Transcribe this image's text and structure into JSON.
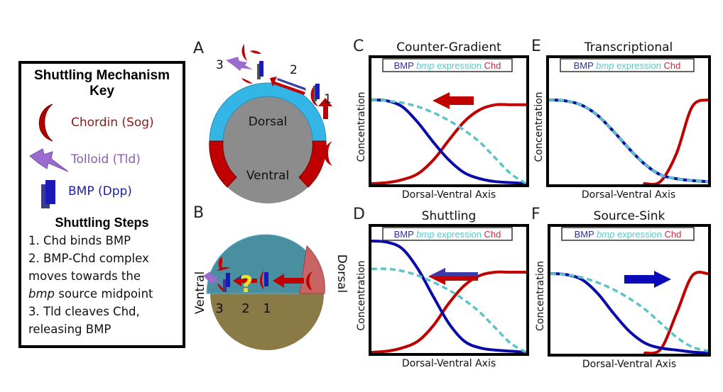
{
  "key": {
    "title_line1": "Shuttling Mechanism",
    "title_line2": "Key",
    "items": [
      {
        "icon": "chordin-crescent-icon",
        "label": "Chordin (Sog)",
        "color": "#8b1a1a"
      },
      {
        "icon": "tolloid-bolt-icon",
        "label": "Tolloid (Tld)",
        "color": "#8a5cb8"
      },
      {
        "icon": "bmp-block-icon",
        "label": "BMP (Dpp)",
        "color": "#1e1e9e"
      }
    ],
    "steps_title": "Shuttling Steps",
    "steps": [
      "1. Chd binds BMP",
      "2. BMP-Chd complex",
      "moves towards the",
      "source midpoint",
      "3. Tld cleaves Chd,",
      "releasing BMP"
    ],
    "steps_italic_prefix": "bmp"
  },
  "panelA": {
    "letter": "A",
    "dorsal_label": "Dorsal",
    "ventral_label": "Ventral",
    "step_numbers": [
      "1",
      "2",
      "3"
    ]
  },
  "panelB": {
    "letter": "B",
    "ventral_label": "Ventral",
    "dorsal_label": "Dorsal",
    "question_mark": "?",
    "step_numbers": [
      "3",
      "2",
      "1"
    ]
  },
  "colors": {
    "bmp": "#0a0aa8",
    "bmp_expression": "#5cc4c8",
    "chd": "#c00000",
    "dorsal_cyan": "#33b5e5",
    "embryo_gray": "#8c8c8c",
    "b_top": "#4a8fa0",
    "b_bottom": "#8a7a45",
    "tolloid": "#9a6cd0"
  },
  "chart_data": [
    {
      "panel": "C",
      "type": "line",
      "title": "Counter-Gradient",
      "xlabel": "Dorsal-Ventral Axis",
      "ylabel": "Concentration",
      "legend": [
        "BMP",
        "bmp expression",
        "Chd"
      ],
      "legend_placement": "top",
      "arrow": {
        "direction": "left",
        "color": "chd"
      },
      "x": [
        0,
        0.1,
        0.2,
        0.3,
        0.4,
        0.5,
        0.6,
        0.7,
        0.8,
        0.9,
        1.0
      ],
      "series": [
        {
          "name": "BMP",
          "values": [
            0.85,
            0.84,
            0.78,
            0.62,
            0.42,
            0.24,
            0.11,
            0.05,
            0.02,
            0.01,
            0.0
          ]
        },
        {
          "name": "bmp expression",
          "style": "dashed",
          "values": [
            0.85,
            0.84,
            0.82,
            0.78,
            0.72,
            0.64,
            0.54,
            0.42,
            0.26,
            0.1,
            0.0
          ]
        },
        {
          "name": "Chd",
          "values": [
            0.0,
            0.01,
            0.04,
            0.1,
            0.24,
            0.44,
            0.63,
            0.75,
            0.8,
            0.8,
            0.8
          ]
        }
      ]
    },
    {
      "panel": "E",
      "type": "line",
      "title": "Transcriptional",
      "xlabel": "Dorsal-Ventral Axis",
      "ylabel": "Concentration",
      "legend": [
        "BMP",
        "bmp expression",
        "Chd"
      ],
      "legend_placement": "top",
      "x": [
        0,
        0.1,
        0.2,
        0.3,
        0.4,
        0.5,
        0.6,
        0.7,
        0.8,
        0.9,
        1.0
      ],
      "series": [
        {
          "name": "BMP",
          "values": [
            0.85,
            0.84,
            0.8,
            0.7,
            0.54,
            0.36,
            0.2,
            0.09,
            0.05,
            0.03,
            0.02
          ]
        },
        {
          "name": "bmp expression",
          "style": "dashed",
          "values": [
            0.85,
            0.84,
            0.8,
            0.7,
            0.54,
            0.36,
            0.2,
            0.09,
            0.05,
            0.03,
            0.02
          ]
        },
        {
          "name": "Chd",
          "values": [
            null,
            null,
            null,
            null,
            null,
            null,
            0.0,
            0.02,
            0.3,
            0.78,
            0.85
          ]
        }
      ]
    },
    {
      "panel": "D",
      "type": "line",
      "title": "Shuttling",
      "xlabel": "Dorsal-Ventral Axis",
      "ylabel": "Concentration",
      "legend": [
        "BMP",
        "bmp expression",
        "Chd"
      ],
      "legend_placement": "top",
      "arrow": {
        "direction": "left",
        "color": "bmp-chd"
      },
      "x": [
        0,
        0.1,
        0.2,
        0.3,
        0.4,
        0.5,
        0.6,
        0.7,
        0.8,
        0.9,
        1.0
      ],
      "series": [
        {
          "name": "BMP",
          "values": [
            1.0,
            0.99,
            0.93,
            0.75,
            0.5,
            0.26,
            0.1,
            0.04,
            0.02,
            0.01,
            0.0
          ]
        },
        {
          "name": "bmp expression",
          "style": "dashed",
          "values": [
            0.75,
            0.75,
            0.73,
            0.69,
            0.63,
            0.56,
            0.47,
            0.36,
            0.22,
            0.08,
            0.0
          ]
        },
        {
          "name": "Chd",
          "values": [
            0.0,
            0.01,
            0.04,
            0.1,
            0.24,
            0.44,
            0.6,
            0.69,
            0.72,
            0.72,
            0.72
          ]
        }
      ]
    },
    {
      "panel": "F",
      "type": "line",
      "title": "Source-Sink",
      "xlabel": "Dorsal-Ventral Axis",
      "ylabel": "Concentration",
      "legend": [
        "BMP",
        "bmp expression",
        "Chd"
      ],
      "legend_placement": "top",
      "arrow": {
        "direction": "right",
        "color": "bmp"
      },
      "x": [
        0,
        0.1,
        0.2,
        0.3,
        0.4,
        0.5,
        0.6,
        0.7,
        0.8,
        0.9,
        1.0
      ],
      "series": [
        {
          "name": "BMP",
          "values": [
            0.8,
            0.79,
            0.74,
            0.6,
            0.4,
            0.22,
            0.1,
            0.05,
            0.03,
            0.01,
            0.0
          ]
        },
        {
          "name": "bmp expression",
          "style": "dashed",
          "values": [
            0.8,
            0.79,
            0.76,
            0.71,
            0.64,
            0.55,
            0.44,
            0.3,
            0.16,
            0.06,
            0.02
          ]
        },
        {
          "name": "Chd",
          "values": [
            null,
            null,
            null,
            null,
            null,
            null,
            0.0,
            0.04,
            0.4,
            0.78,
            0.8
          ]
        }
      ]
    }
  ]
}
